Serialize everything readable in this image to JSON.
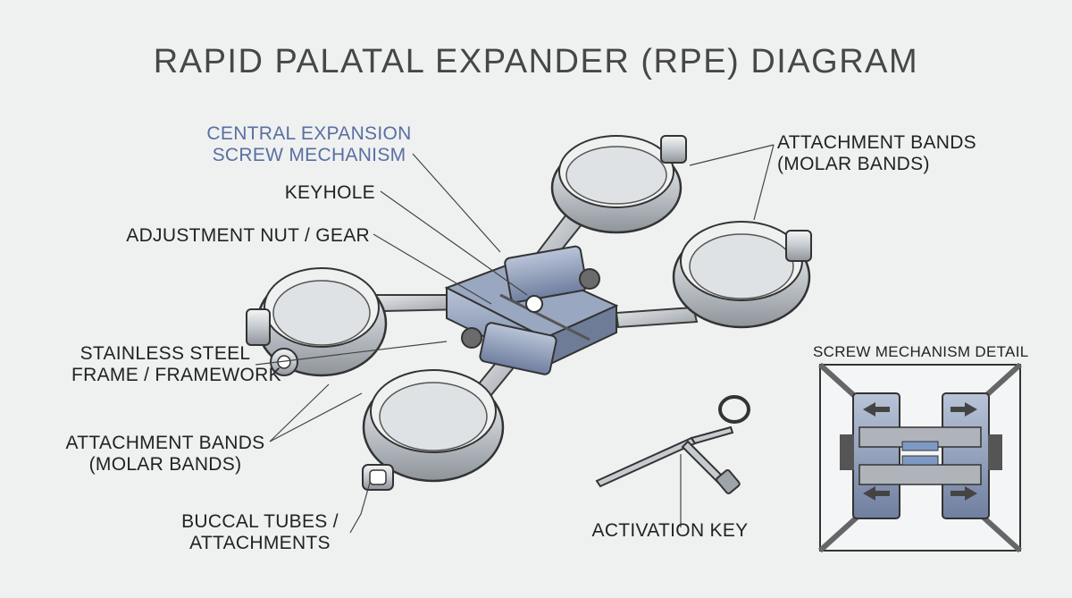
{
  "title": "RAPID PALATAL EXPANDER (RPE) DIAGRAM",
  "labels": {
    "central_screw_line1": "CENTRAL EXPANSION",
    "central_screw_line2": "SCREW MECHANISM",
    "keyhole": "KEYHOLE",
    "adjustment_nut": "ADJUSTMENT NUT / GEAR",
    "frame_line1": "STAINLESS STEEL",
    "frame_line2": "FRAME / FRAMEWORK",
    "bands_left_line1": "ATTACHMENT BANDS",
    "bands_left_line2": "(MOLAR BANDS)",
    "buccal_line1": "BUCCAL TUBES /",
    "buccal_line2": "ATTACHMENTS",
    "bands_right_line1": "ATTACHMENT BANDS",
    "bands_right_line2": "(MOLAR BANDS)",
    "activation_key": "ACTIVATION KEY",
    "detail_title": "SCREW MECHANISM DETAIL"
  },
  "colors": {
    "background": "#eff1f1",
    "accent": "#5a6fa0",
    "metal": "#c9ced3",
    "screw_block": "#8b9bb8"
  }
}
